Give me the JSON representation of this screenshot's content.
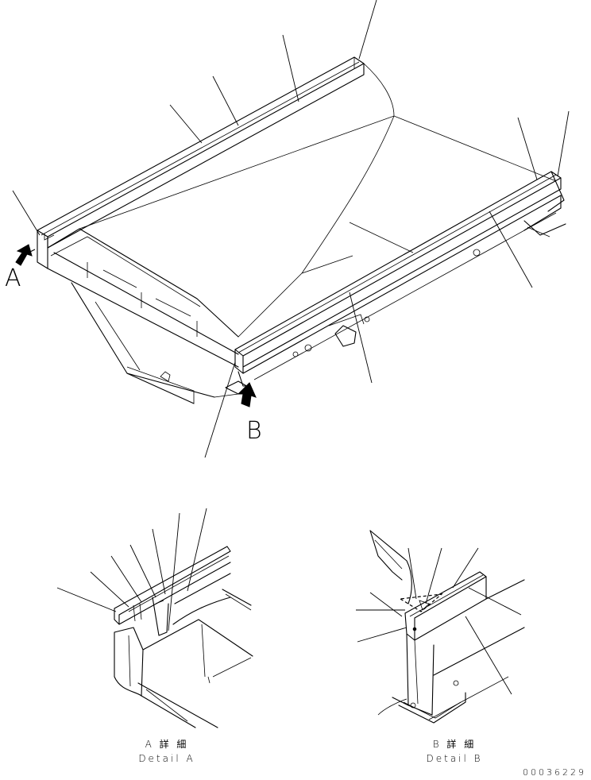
{
  "view_a_label": "A",
  "view_b_label": "B",
  "detail_a": {
    "title_jp": "A 詳 細",
    "title_en": "Detail A"
  },
  "detail_b": {
    "title_jp": "B 詳 細",
    "title_en": "Detail B"
  },
  "drawing_code": "00036229"
}
